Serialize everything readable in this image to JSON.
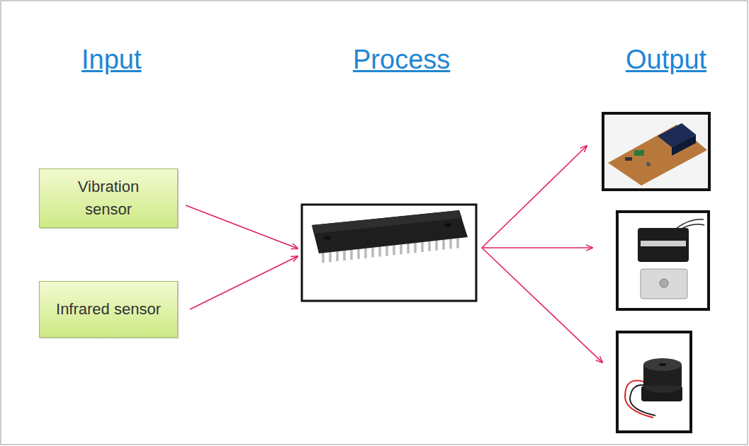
{
  "diagram": {
    "nodes": [
      {
        "text": [
          "Vibration sensor"
        ]
      },
      {
        "text": [
          "Infrared sensor"
        ]
      }
    ],
    "labels": [
      "Input",
      "Process",
      "Output"
    ]
  }
}
